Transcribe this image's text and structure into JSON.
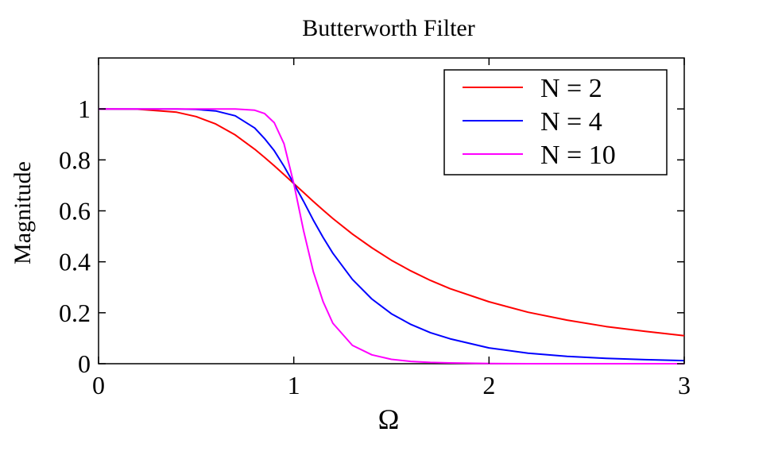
{
  "chart_data": {
    "type": "line",
    "title": "Butterworth Filter",
    "xlabel": "Ω",
    "ylabel": "Magnitude",
    "xlim": [
      0,
      3
    ],
    "ylim": [
      0,
      1.2
    ],
    "xticks": [
      0,
      1,
      2,
      3
    ],
    "xtick_labels": [
      "0",
      "1",
      "2",
      "3"
    ],
    "yticks": [
      0,
      0.2,
      0.4,
      0.6,
      0.8,
      1
    ],
    "ytick_labels": [
      "0",
      "0.2",
      "0.4",
      "0.6",
      "0.8",
      "1"
    ],
    "grid": false,
    "legend_position": "top-right",
    "x": [
      0,
      0.2,
      0.4,
      0.5,
      0.6,
      0.7,
      0.8,
      0.85,
      0.9,
      0.95,
      1.0,
      1.05,
      1.1,
      1.15,
      1.2,
      1.3,
      1.4,
      1.5,
      1.6,
      1.7,
      1.8,
      2.0,
      2.2,
      2.4,
      2.6,
      2.8,
      3.0
    ],
    "series": [
      {
        "name": "N = 2",
        "color": "#ff0000",
        "values": [
          1.0,
          0.999,
          0.987,
          0.97,
          0.941,
          0.898,
          0.842,
          0.81,
          0.777,
          0.742,
          0.707,
          0.672,
          0.637,
          0.603,
          0.57,
          0.509,
          0.455,
          0.406,
          0.364,
          0.327,
          0.295,
          0.243,
          0.202,
          0.171,
          0.146,
          0.127,
          0.11
        ]
      },
      {
        "name": "N = 4",
        "color": "#0000ff",
        "values": [
          1.0,
          1.0,
          1.0,
          0.998,
          0.992,
          0.973,
          0.925,
          0.884,
          0.836,
          0.775,
          0.707,
          0.637,
          0.564,
          0.496,
          0.434,
          0.331,
          0.254,
          0.196,
          0.154,
          0.122,
          0.098,
          0.062,
          0.041,
          0.029,
          0.021,
          0.016,
          0.012
        ]
      },
      {
        "name": "N = 10",
        "color": "#ff00ff",
        "values": [
          1.0,
          1.0,
          1.0,
          1.0,
          1.0,
          1.0,
          0.995,
          0.982,
          0.946,
          0.863,
          0.707,
          0.522,
          0.362,
          0.244,
          0.159,
          0.072,
          0.035,
          0.017,
          0.009,
          0.005,
          0.003,
          0.001,
          0.0,
          0.0,
          0.0,
          0.0,
          0.0
        ]
      }
    ]
  }
}
